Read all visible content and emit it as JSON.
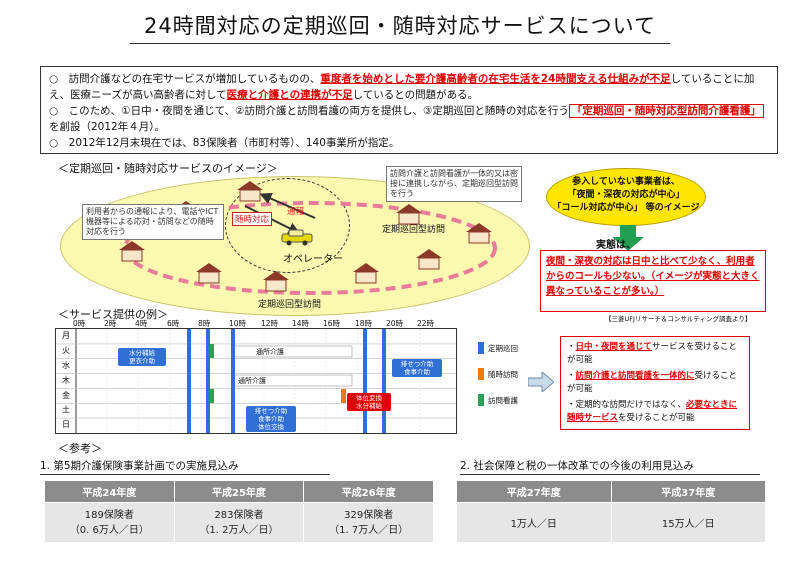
{
  "title": "24時間対応の定期巡回・随時対応サービスについて",
  "summary": {
    "p1_pre": "○　訪問介護などの在宅サービスが増加しているものの、",
    "p1_red1": "重度者を始めとした要介護高齢者の在宅生活を24時間支える仕組みが不足",
    "p1_mid": "していることに加え、医療ニーズが高い高齢者に対して",
    "p1_red2": "医療と介護との連携が不足",
    "p1_post": "しているとの問題がある。",
    "p2_pre": "○　このため、①日中・夜間を通じて、②訪問介護と訪問看護の両方を提供し、③定期巡回と随時の対応を行う",
    "p2_red": "「定期巡回・随時対応型訪問介護看護」",
    "p2_post": "を創設（2012年４月）。",
    "p3": "○　2012年12月末現在では、83保険者（市町村等）、140事業所が指定。"
  },
  "image_section": {
    "label": "＜定期巡回・随時対応サービスのイメージ＞",
    "callout_left": "利用者からの通報により、電話やICT機器等による応対・訪問などの随時対応を行う",
    "callout_top": "訪問介護と訪問看護が一体的又は密接に連携しながら、定期巡回型訪問を行う",
    "tag_zuiji": "随時対応",
    "tag_tsuho": "通報",
    "operator": "オペレーター",
    "route1": "定期巡回型訪問",
    "route2": "定期巡回型訪問"
  },
  "bubble": {
    "line1": "参入していない事業者は、",
    "line2": "「夜間・深夜の対応が中心」",
    "line3": "「コール対応が中心」 等のイメージ"
  },
  "fact": {
    "head": "実態は、",
    "body": "夜間・深夜の対応は日中と比べて少なく、利用者からのコールも少ない。（イメージが実態と大きく異なっていることが多い。）",
    "source": "【三菱UFJリサーチ＆コンサルティング調査より】"
  },
  "schedule": {
    "label": "＜サービス提供の例＞",
    "hours": [
      "0時",
      "2時",
      "4時",
      "6時",
      "8時",
      "10時",
      "12時",
      "14時",
      "16時",
      "18時",
      "20時",
      "22時"
    ],
    "days": [
      "月",
      "火",
      "水",
      "木",
      "金",
      "土",
      "日"
    ],
    "note_mizu": "水分補給\n更衣介助",
    "note_tsusho1": "通所介護",
    "note_tsusho2": "通所介護",
    "note_haisetsu1": "排せつ介助\n食事介助",
    "note_haisetsu2": "排せつ介助\n食事介助\n体位交換",
    "note_taii": "体位変換\n水分補給",
    "legend": [
      {
        "label": "定期巡回",
        "color": "#2f6fd6"
      },
      {
        "label": "随時訪問",
        "color": "#f07a10"
      },
      {
        "label": "訪問看護",
        "color": "#2e9e5a"
      }
    ]
  },
  "right_notes": {
    "n1_pre": "・",
    "n1_red": "日中・夜間を通じて",
    "n1_post": "サービスを受けることが可能",
    "n2_pre": "・",
    "n2_red": "訪問介護と訪問看護を一体的に",
    "n2_post": "受けることが可能",
    "n3_pre": "・定期的な訪問だけではなく、",
    "n3_red": "必要なときに随時サービス",
    "n3_post": "を受けることが可能"
  },
  "reference": {
    "label": "＜参考＞",
    "t1_title": "1. 第5期介護保険事業計画での実施見込み",
    "t1_headers": [
      "平成24年度",
      "平成25年度",
      "平成26年度"
    ],
    "t1_line1": [
      "189保険者",
      "283保険者",
      "329保険者"
    ],
    "t1_line2": [
      "（0. 6万人／日）",
      "（1. 2万人／日）",
      "（1. 7万人／日）"
    ],
    "t2_title": "2. 社会保障と税の一体改革での今後の利用見込み",
    "t2_headers": [
      "平成27年度",
      "平成37年度"
    ],
    "t2_values": [
      "1万人／日",
      "15万人／日"
    ]
  }
}
